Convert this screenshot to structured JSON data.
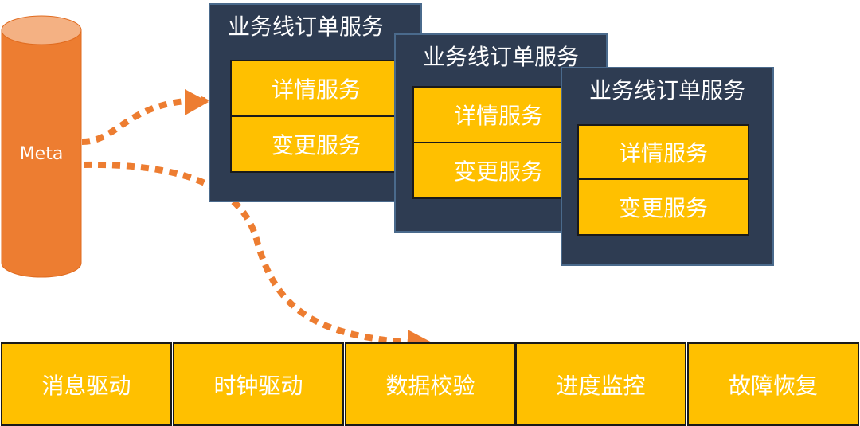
{
  "meta": {
    "label": "Meta"
  },
  "order_services": [
    {
      "title": "业务线订单服务",
      "details": "详情服务",
      "change": "变更服务"
    },
    {
      "title": "业务线订单服务",
      "details": "详情服务",
      "change": "变更服务"
    },
    {
      "title": "业务线订单服务",
      "details": "详情服务",
      "change": "变更服务"
    }
  ],
  "capabilities": [
    "消息驱动",
    "时钟驱动",
    "数据校验",
    "进度监控",
    "故障恢复"
  ],
  "colors": {
    "meta_cylinder": "#ed7d31",
    "meta_cylinder_top": "#f4b183",
    "service_box": "#2e3c52",
    "service_item": "#ffc000",
    "arrow": "#ed7d31"
  }
}
